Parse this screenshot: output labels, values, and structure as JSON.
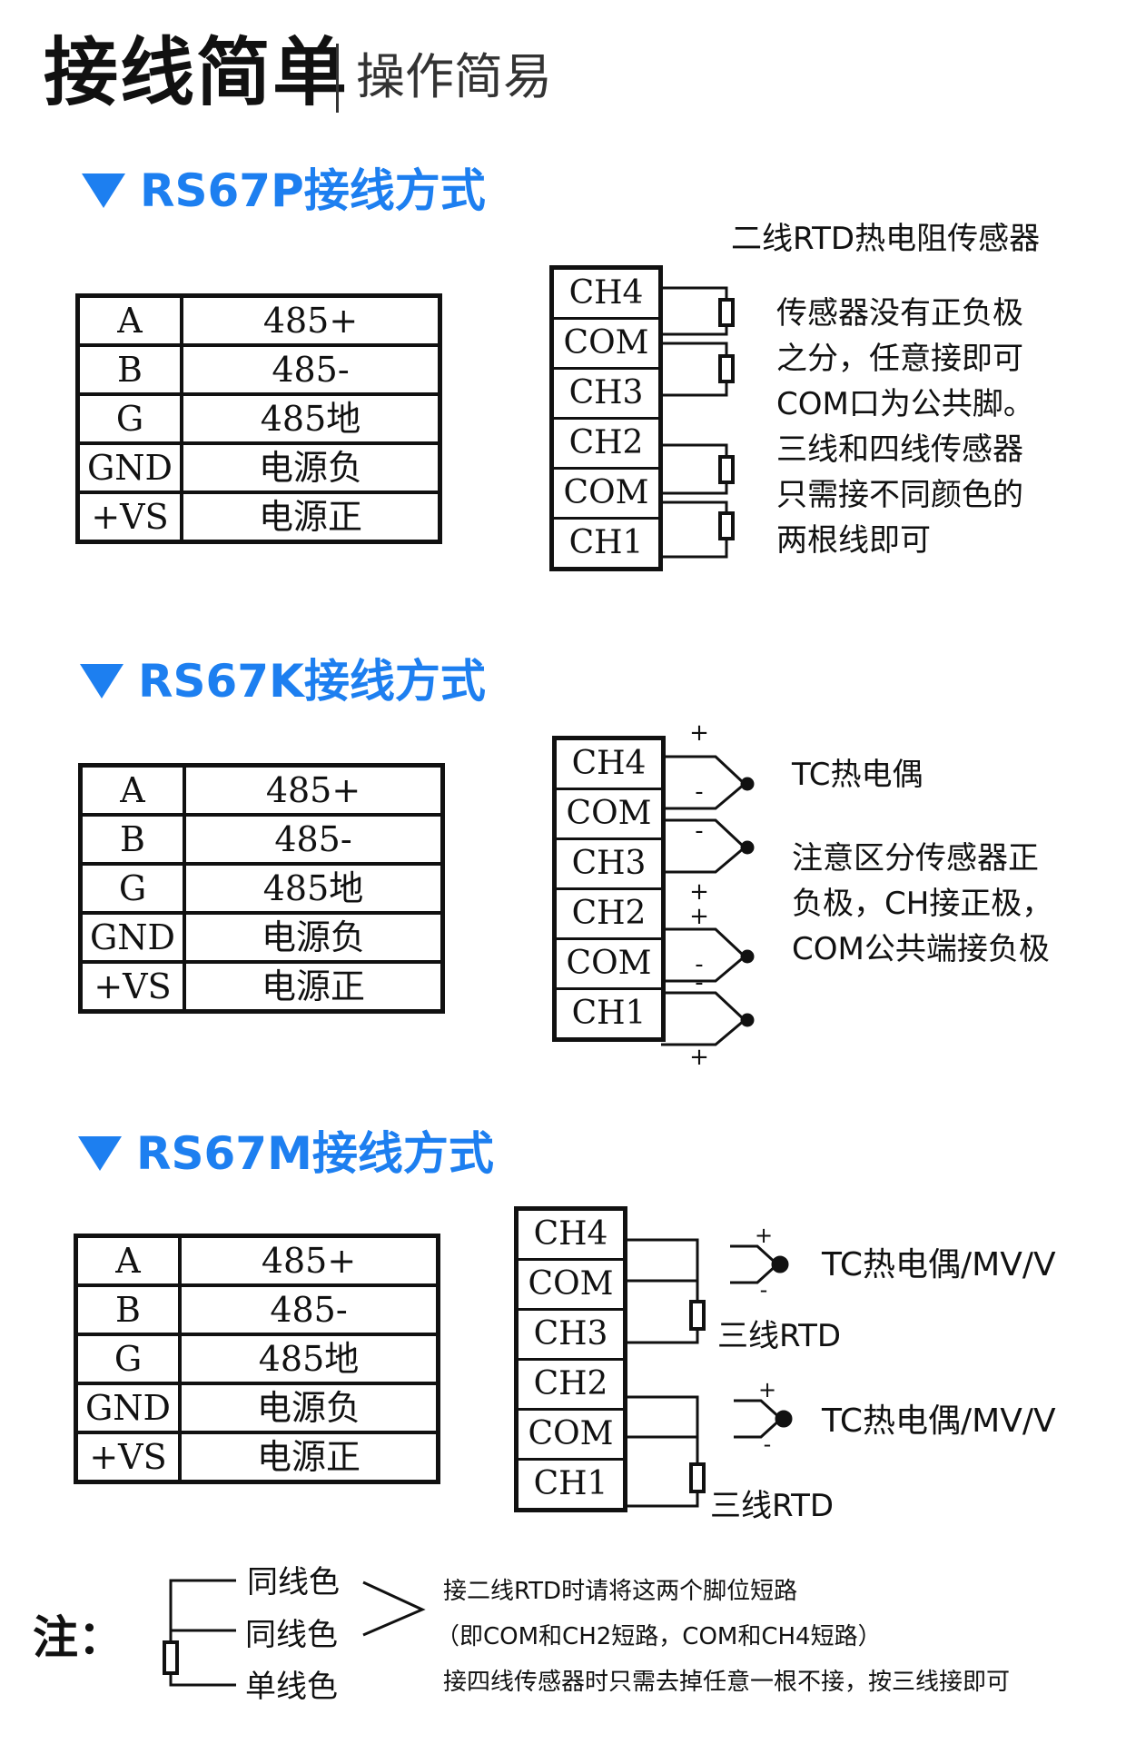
{
  "header": {
    "title": "接线简单",
    "subtitle": "操作简易"
  },
  "sections": [
    {
      "heading": "RS67P接线方式",
      "pins": [
        {
          "key": "A",
          "val": "485+"
        },
        {
          "key": "B",
          "val": "485-"
        },
        {
          "key": "G",
          "val": "485地"
        },
        {
          "key": "GND",
          "val": "电源负"
        },
        {
          "key": "+VS",
          "val": "电源正"
        }
      ],
      "terminals": [
        "CH4",
        "COM",
        "CH3",
        "CH2",
        "COM",
        "CH1"
      ],
      "sensor_label": "二线RTD热电阻传感器",
      "notes": [
        "传感器没有正负极",
        "之分，任意接即可",
        "COM口为公共脚。",
        "三线和四线传感器",
        "只需接不同颜色的",
        "两根线即可"
      ]
    },
    {
      "heading": "RS67K接线方式",
      "pins": [
        {
          "key": "A",
          "val": "485+"
        },
        {
          "key": "B",
          "val": "485-"
        },
        {
          "key": "G",
          "val": "485地"
        },
        {
          "key": "GND",
          "val": "电源负"
        },
        {
          "key": "+VS",
          "val": "电源正"
        }
      ],
      "terminals": [
        "CH4",
        "COM",
        "CH3",
        "CH2",
        "COM",
        "CH1"
      ],
      "sensor_label": "TC热电偶",
      "notes": [
        "注意区分传感器正",
        "负极，CH接正极，",
        "COM公共端接负极"
      ]
    },
    {
      "heading": "RS67M接线方式",
      "pins": [
        {
          "key": "A",
          "val": "485+"
        },
        {
          "key": "B",
          "val": "485-"
        },
        {
          "key": "G",
          "val": "485地"
        },
        {
          "key": "GND",
          "val": "电源负"
        },
        {
          "key": "+VS",
          "val": "电源正"
        }
      ],
      "terminals": [
        "CH4",
        "COM",
        "CH3",
        "CH2",
        "COM",
        "CH1"
      ],
      "labels": {
        "tc1": "TC热电偶/MV/V",
        "rtd1": "三线RTD",
        "tc2": "TC热电偶/MV/V",
        "rtd2": "三线RTD"
      }
    }
  ],
  "footnote": {
    "label": "注：",
    "wires": [
      "同线色",
      "同线色",
      "单线色"
    ],
    "lines": [
      "接二线RTD时请将这两个脚位短路",
      "（即COM和CH2短路，COM和CH4短路）",
      "接四线传感器时只需去掉任意一根不接，按三线接即可"
    ]
  },
  "symbols": {
    "plus": "+",
    "minus": "-"
  },
  "colors": {
    "accent": "#1d7ff0",
    "line": "#111111"
  }
}
